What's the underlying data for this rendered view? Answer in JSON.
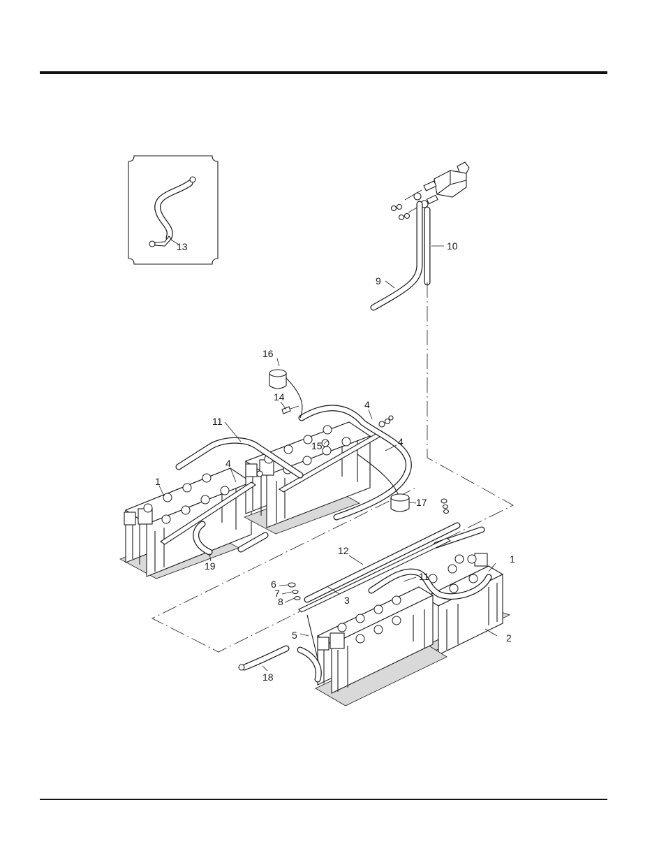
{
  "callouts": {
    "c1a": "1",
    "c1b": "1",
    "c2": "2",
    "c3": "3",
    "c4a": "4",
    "c4b": "4",
    "c4c": "4",
    "c5": "5",
    "c6": "6",
    "c7": "7",
    "c8": "8",
    "c9": "9",
    "c10": "10",
    "c11a": "11",
    "c11b": "11",
    "c12": "12",
    "c13": "13",
    "c14": "14",
    "c15": "15",
    "c16": "16",
    "c17": "17",
    "c18": "18",
    "c19": "19"
  }
}
